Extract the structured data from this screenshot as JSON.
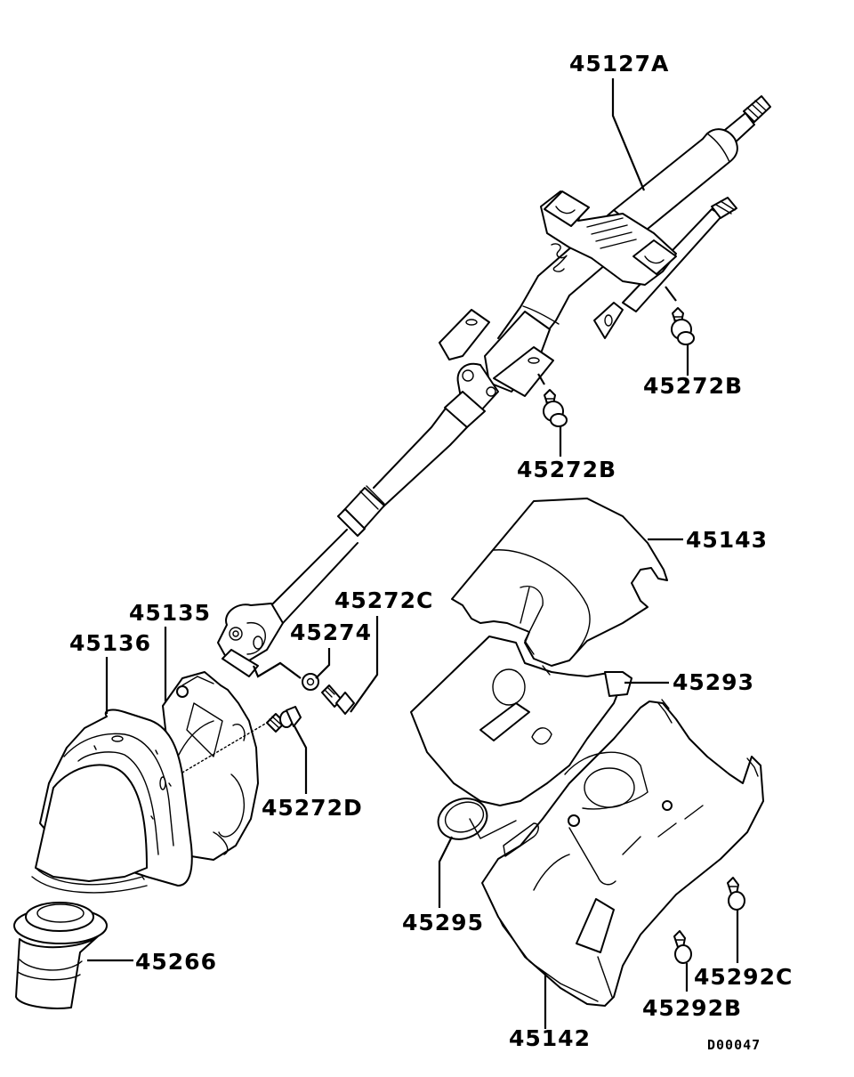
{
  "diagram": {
    "title": "Steering column exploded parts diagram",
    "drawing_code": "D00047",
    "callouts": {
      "upper_column": "45127A",
      "bolt_b_upper": "45272B",
      "bolt_b_lower": "45272B",
      "upper_cover": "45143",
      "bolt_c": "45272C",
      "nut": "45274",
      "bracket": "45135",
      "boot_cover": "45136",
      "bolt_d": "45272D",
      "clip": "45293",
      "grommet": "45295",
      "boot": "45266",
      "lower_cover": "45142",
      "screw_c": "45292C",
      "screw_b": "45292B"
    }
  }
}
